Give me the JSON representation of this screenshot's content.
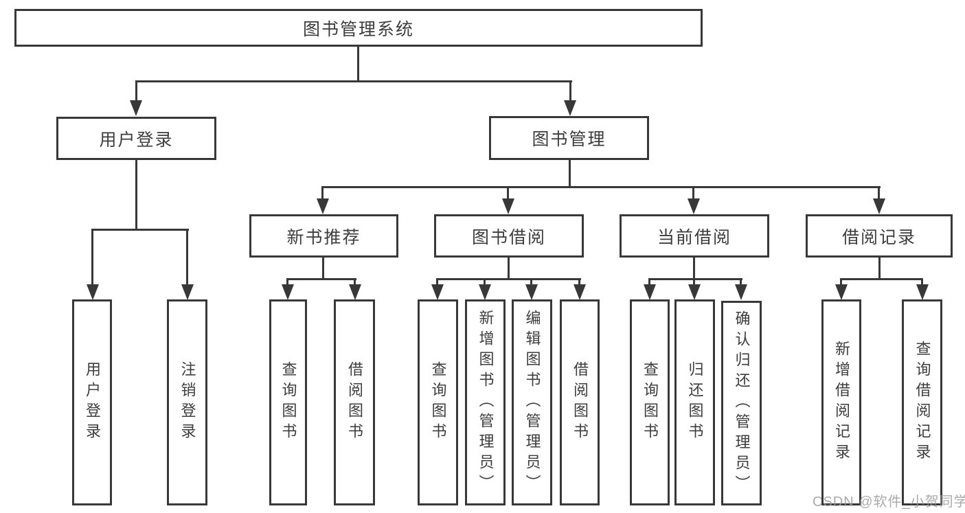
{
  "colors": {
    "line": "#383838",
    "text": "#3d3d3d",
    "watermark": "#9b9b9b",
    "background": "#ffffff"
  },
  "watermark": "CSDN @软件_小贺同学",
  "nodes": {
    "root": "图书管理系统",
    "user_login": "用户登录",
    "book_mgmt": "图书管理",
    "new_book_rec": "新书推荐",
    "book_borrow": "图书借阅",
    "current_borrow": "当前借阅",
    "borrow_records": "借阅记录",
    "login": "用户登录",
    "logout": "注销登录",
    "nb_query": "查询图书",
    "nb_borrow": "借阅图书",
    "bb_query": "查询图书",
    "bb_add": "新增图书（管理员）",
    "bb_edit": "编辑图书（管理员）",
    "bb_borrow": "借阅图书",
    "cb_query": "查询图书",
    "cb_return": "归还图书",
    "cb_confirm": "确认归还（管理员）",
    "br_add": "新增借阅记录",
    "br_query": "查询借阅记录"
  },
  "hierarchy": {
    "图书管理系统": {
      "用户登录": [
        "用户登录",
        "注销登录"
      ],
      "图书管理": {
        "新书推荐": [
          "查询图书",
          "借阅图书"
        ],
        "图书借阅": [
          "查询图书",
          "新增图书（管理员）",
          "编辑图书（管理员）",
          "借阅图书"
        ],
        "当前借阅": [
          "查询图书",
          "归还图书",
          "确认归还（管理员）"
        ],
        "借阅记录": [
          "新增借阅记录",
          "查询借阅记录"
        ]
      }
    }
  }
}
